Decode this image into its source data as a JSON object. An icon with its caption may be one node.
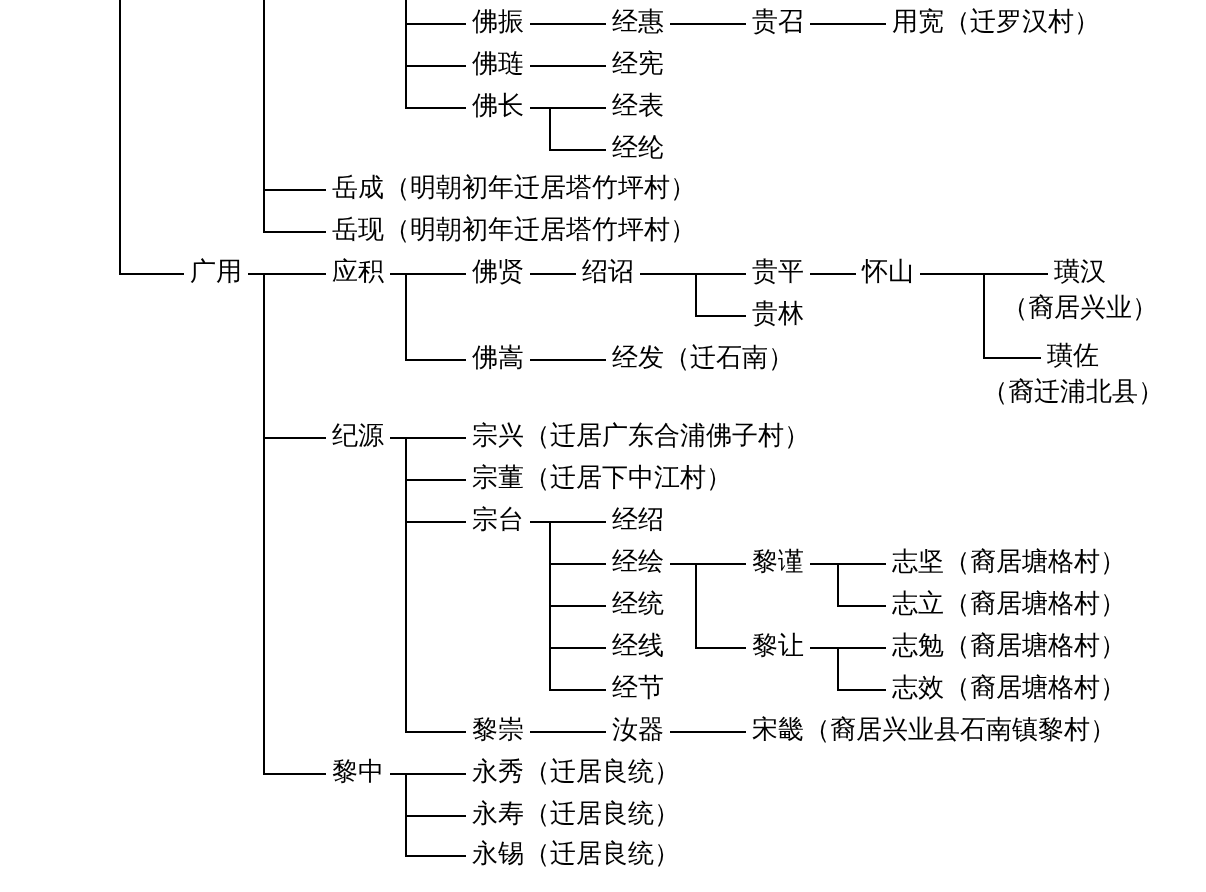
{
  "diagram": {
    "nodes": [
      {
        "text": [
          "佛振"
        ]
      },
      {
        "text": [
          "经惠"
        ]
      },
      {
        "text": [
          "贵召"
        ]
      },
      {
        "text": [
          "用宽（迁罗汉村）"
        ]
      },
      {
        "text": [
          "佛琏"
        ]
      },
      {
        "text": [
          "经宪"
        ]
      },
      {
        "text": [
          "佛长"
        ]
      },
      {
        "text": [
          "经表"
        ]
      },
      {
        "text": [
          "经纶"
        ]
      },
      {
        "text": [
          "岳成（明朝初年迁居塔竹坪村）"
        ]
      },
      {
        "text": [
          "岳现（明朝初年迁居塔竹坪村）"
        ]
      },
      {
        "text": [
          "广用"
        ]
      },
      {
        "text": [
          "应积"
        ]
      },
      {
        "text": [
          "佛贤"
        ]
      },
      {
        "text": [
          "绍诏"
        ]
      },
      {
        "text": [
          "贵平"
        ]
      },
      {
        "text": [
          "贵林"
        ]
      },
      {
        "text": [
          "怀山"
        ]
      },
      {
        "text": [
          "璜汉",
          "（裔居兴业）"
        ]
      },
      {
        "text": [
          "佛嵩"
        ]
      },
      {
        "text": [
          "经发（迁石南）"
        ]
      },
      {
        "text": [
          "璜佐",
          "（裔迁浦北县）"
        ]
      },
      {
        "text": [
          "纪源"
        ]
      },
      {
        "text": [
          "宗兴（迁居广东合浦佛子村）"
        ]
      },
      {
        "text": [
          "宗董（迁居下中江村）"
        ]
      },
      {
        "text": [
          "宗台"
        ]
      },
      {
        "text": [
          "经绍"
        ]
      },
      {
        "text": [
          "经绘"
        ]
      },
      {
        "text": [
          "黎谨"
        ]
      },
      {
        "text": [
          "志坚（裔居塘格村）"
        ]
      },
      {
        "text": [
          "经统"
        ]
      },
      {
        "text": [
          "志立（裔居塘格村）"
        ]
      },
      {
        "text": [
          "经线"
        ]
      },
      {
        "text": [
          "黎让"
        ]
      },
      {
        "text": [
          "志勉（裔居塘格村）"
        ]
      },
      {
        "text": [
          "经节"
        ]
      },
      {
        "text": [
          "志效（裔居塘格村）"
        ]
      },
      {
        "text": [
          "黎崇"
        ]
      },
      {
        "text": [
          "汝器"
        ]
      },
      {
        "text": [
          "宋畿（裔居兴业县石南镇黎村）"
        ]
      },
      {
        "text": [
          "黎中"
        ]
      },
      {
        "text": [
          "永秀（迁居良统）"
        ]
      },
      {
        "text": [
          "永寿（迁居良统）"
        ]
      },
      {
        "text": [
          "永锡（迁居良统）"
        ]
      }
    ],
    "edges": [
      {
        "from": null,
        "to": 0,
        "arrow": "none"
      },
      {
        "from": null,
        "to": 4,
        "arrow": "none"
      },
      {
        "from": null,
        "to": 6,
        "arrow": "none"
      },
      {
        "from": 0,
        "to": 1,
        "arrow": "none"
      },
      {
        "from": 1,
        "to": 2,
        "arrow": "none"
      },
      {
        "from": 2,
        "to": 3,
        "arrow": "none"
      },
      {
        "from": 4,
        "to": 5,
        "arrow": "none"
      },
      {
        "from": 6,
        "to": 7,
        "arrow": "none"
      },
      {
        "from": 6,
        "to": 8,
        "arrow": "none"
      },
      {
        "from": null,
        "to": 9,
        "arrow": "none"
      },
      {
        "from": null,
        "to": 10,
        "arrow": "none"
      },
      {
        "from": null,
        "to": 11,
        "arrow": "none"
      },
      {
        "from": 11,
        "to": 12,
        "arrow": "none"
      },
      {
        "from": 12,
        "to": 13,
        "arrow": "none"
      },
      {
        "from": 13,
        "to": 14,
        "arrow": "none"
      },
      {
        "from": 14,
        "to": 15,
        "arrow": "none"
      },
      {
        "from": 14,
        "to": 16,
        "arrow": "none"
      },
      {
        "from": 15,
        "to": 17,
        "arrow": "none"
      },
      {
        "from": 17,
        "to": 18,
        "arrow": "none"
      },
      {
        "from": 17,
        "to": 21,
        "arrow": "none"
      },
      {
        "from": 12,
        "to": 19,
        "arrow": "none"
      },
      {
        "from": 19,
        "to": 20,
        "arrow": "none"
      },
      {
        "from": 11,
        "to": 22,
        "arrow": "none"
      },
      {
        "from": 22,
        "to": 23,
        "arrow": "none"
      },
      {
        "from": 22,
        "to": 24,
        "arrow": "none"
      },
      {
        "from": 22,
        "to": 25,
        "arrow": "none"
      },
      {
        "from": 22,
        "to": 37,
        "arrow": "none"
      },
      {
        "from": 25,
        "to": 26,
        "arrow": "none"
      },
      {
        "from": 25,
        "to": 27,
        "arrow": "none"
      },
      {
        "from": 25,
        "to": 30,
        "arrow": "none"
      },
      {
        "from": 25,
        "to": 32,
        "arrow": "none"
      },
      {
        "from": 25,
        "to": 35,
        "arrow": "none"
      },
      {
        "from": 27,
        "to": 28,
        "arrow": "none"
      },
      {
        "from": 27,
        "to": 33,
        "arrow": "none"
      },
      {
        "from": 28,
        "to": 29,
        "arrow": "none"
      },
      {
        "from": 28,
        "to": 31,
        "arrow": "none"
      },
      {
        "from": 33,
        "to": 34,
        "arrow": "none"
      },
      {
        "from": 33,
        "to": 36,
        "arrow": "none"
      },
      {
        "from": 37,
        "to": 38,
        "arrow": "none"
      },
      {
        "from": 38,
        "to": 39,
        "arrow": "none"
      },
      {
        "from": 11,
        "to": 40,
        "arrow": "none"
      },
      {
        "from": 40,
        "to": 41,
        "arrow": "none"
      },
      {
        "from": 40,
        "to": 42,
        "arrow": "none"
      },
      {
        "from": 40,
        "to": 43,
        "arrow": "none"
      }
    ]
  }
}
